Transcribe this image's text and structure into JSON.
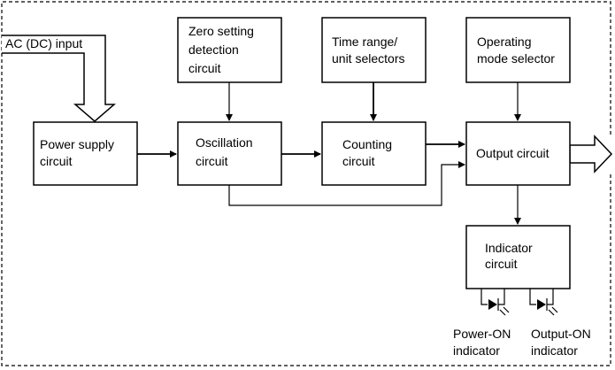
{
  "blocks": {
    "power_supply": [
      "Power supply",
      "circuit"
    ],
    "oscillation": [
      "Oscillation",
      "circuit"
    ],
    "counting": [
      "Counting",
      "circuit"
    ],
    "output": [
      "Output circuit"
    ],
    "zero_setting": [
      "Zero setting",
      "detection",
      "circuit"
    ],
    "time_range": [
      "Time range/",
      "unit selectors"
    ],
    "operating_mode": [
      "Operating",
      "mode selector"
    ],
    "indicator": [
      "Indicator",
      "circuit"
    ]
  },
  "labels": {
    "input": "AC (DC) input",
    "power_on": [
      "Power-ON",
      "indicator"
    ],
    "output_on": [
      "Output-ON",
      "indicator"
    ]
  },
  "colors": {
    "line": "#000000",
    "background": "#ffffff"
  }
}
